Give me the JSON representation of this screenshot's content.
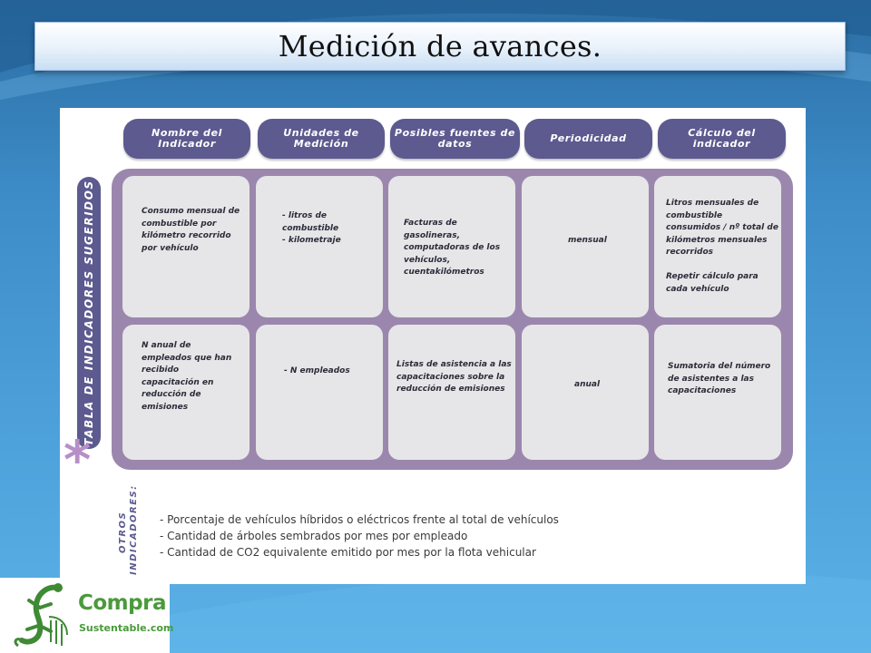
{
  "title": "Medición de avances.",
  "headers": [
    "Nombre del\nIndicador",
    "Unidades de\nMedición",
    "Posibles fuentes de\ndatos",
    "Periodicidad",
    "Cálculo del\nindicador"
  ],
  "side_label": "TABLA DE INDICADORES SUGERIDOS",
  "asterisk": "*",
  "rows": [
    [
      "Consumo mensual de\ncombustible por\nkilómetro recorrido\npor vehículo",
      "- litros de\ncombustible\n- kilometraje",
      "Facturas de gasolineras,\ncomputadoras de los\nvehículos,\ncuentakilómetros",
      "mensual",
      "Litros mensuales de\ncombustible\nconsumidos / nº total de\nkilómetros mensuales\nrecorridos\n\nRepetir cálculo para\ncada vehículo"
    ],
    [
      "N  anual de\nempleados que han\nrecibido\ncapacitación en\nreducción de\nemisiones",
      "- N   empleados",
      "Listas de asistencia a las\ncapacitaciones sobre la\nreducción de emisiones",
      "anual",
      "Sumatoria del número\nde  asistentes a las\ncapacitaciones"
    ]
  ],
  "otros_label": [
    "OTROS",
    "INDICADORES:"
  ],
  "other_indicators": [
    "- Porcentaje de vehículos híbridos o eléctricos frente al total de vehículos",
    "- Cantidad de árboles sembrados por mes por empleado",
    "- Cantidad de CO2 equivalente emitido por mes por la flota vehicular"
  ],
  "logo": {
    "word": "Compra",
    "sub": "Sustentable.com"
  },
  "colors": {
    "header": "#5c5a8f",
    "frame": "#9b87ad",
    "cell": "#e6e6e8",
    "asterisk": "#b78fc7",
    "logo_green": "#4a9a3c"
  }
}
